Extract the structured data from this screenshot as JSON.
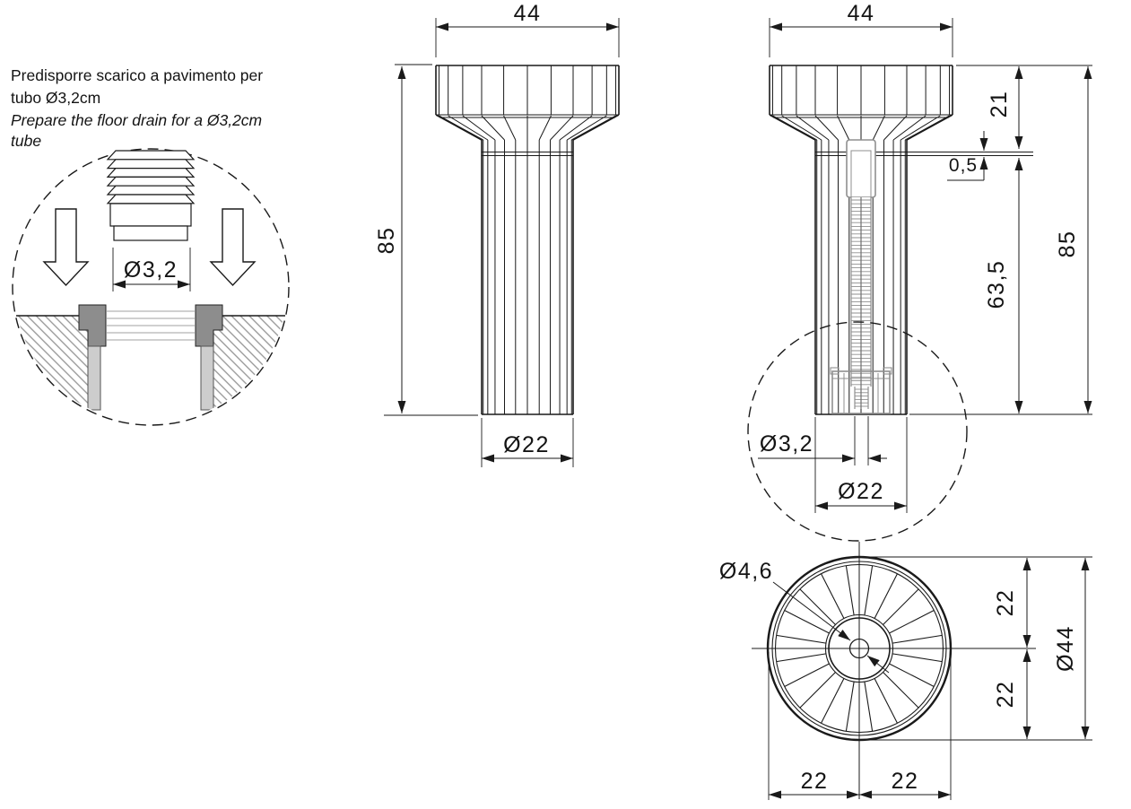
{
  "note": {
    "line1": "Predisporre scarico a pavimento per",
    "line2": "tubo Ø3,2cm",
    "line3": "Prepare the floor drain for a Ø3,2cm",
    "line4": "tube"
  },
  "detail_view": {
    "tube_dia": "Ø3,2"
  },
  "front_view": {
    "top_width": "44",
    "height": "85",
    "column_dia": "Ø22"
  },
  "section_view": {
    "top_width": "44",
    "basin_height": "21",
    "joint_gap": "0,5",
    "column_height": "63,5",
    "height": "85",
    "hose_dia": "Ø3,2",
    "column_dia": "Ø22"
  },
  "top_view": {
    "drain_dia": "Ø4,6",
    "left_half": "22",
    "right_half": "22",
    "top_half": "22",
    "bottom_half": "22",
    "overall_dia": "Ø44"
  },
  "colors": {
    "line": "#1a1a1a",
    "hidden_part": "#8f8f8f",
    "hatch": "#949494",
    "flange_fill": "#8d8d8d",
    "sleeve_fill": "#cdcdcd"
  }
}
